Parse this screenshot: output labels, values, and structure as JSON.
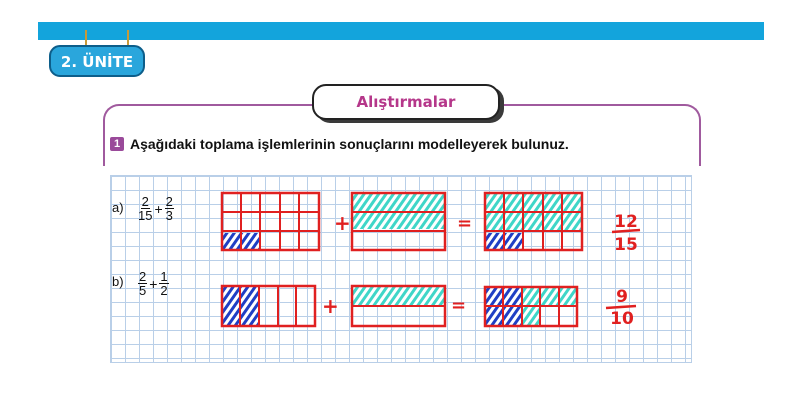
{
  "header": {
    "unit_label": "2. ÜNİTE"
  },
  "section": {
    "title": "Alıştırmalar"
  },
  "question": {
    "number": "1",
    "text": "Aşağıdaki toplama işlemlerinin sonuçlarını modelleyerek bulunuz."
  },
  "exercises": [
    {
      "label": "a)",
      "a_num": "2",
      "a_den": "15",
      "op": "+",
      "b_num": "2",
      "b_den": "3",
      "plus": "+",
      "equals": "=",
      "answer_num": "12",
      "answer_den": "15"
    },
    {
      "label": "b)",
      "a_num": "2",
      "a_den": "5",
      "op": "+",
      "b_num": "1",
      "b_den": "2",
      "plus": "+",
      "equals": "=",
      "answer_num": "9",
      "answer_den": "10"
    }
  ],
  "colors": {
    "bar": "#13a4dc",
    "frame": "#a05a9e",
    "model_border": "#e02020",
    "hatch_blue": "#1f3fc4",
    "hatch_teal": "#3fd6c8",
    "answer": "#e02020"
  }
}
